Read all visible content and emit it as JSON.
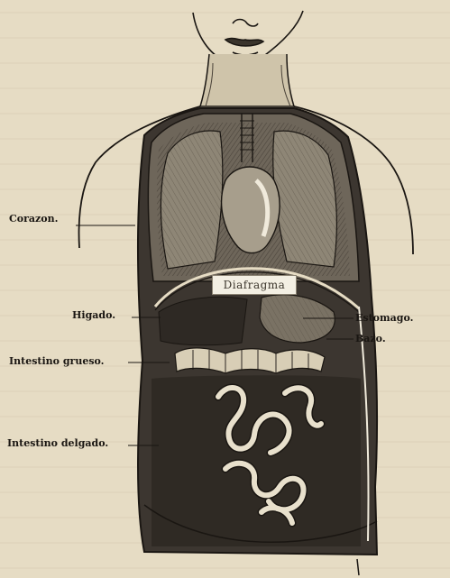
{
  "figure": {
    "colors": {
      "paper": "#e6dcc4",
      "ink": "#1a1612",
      "shade": "#3a342c"
    },
    "labels": {
      "corazon": "Corazon.",
      "higado": "Higado.",
      "intestino_grueso": "Intestino grueso.",
      "intestino_delgado": "Intestino delgado.",
      "estomago": "Estomago.",
      "bazo": "Bazo.",
      "diafragma": "Diafragma"
    }
  }
}
